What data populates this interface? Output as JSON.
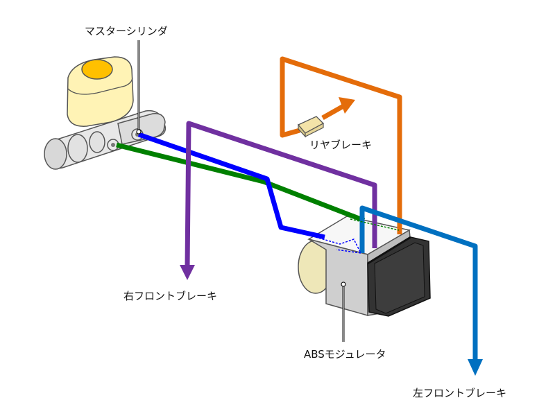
{
  "labels": {
    "master_cylinder": "マスターシリンダ",
    "rear_brake": "リヤブレーキ",
    "front_right_brake": "右フロントブレーキ",
    "abs_modulator": "ABSモジュレータ",
    "front_left_brake": "左フロントブレーキ"
  },
  "colors": {
    "line_blue": "#0000ff",
    "line_green": "#008000",
    "line_purple": "#7030a0",
    "line_orange": "#e46c0a",
    "line_left_front": "#0070c0",
    "reservoir": "#fff3b5",
    "cap": "#ffc000",
    "metal_light": "#e8e8e8",
    "metal_mid": "#c8c8c8",
    "ecu": "#333333"
  }
}
